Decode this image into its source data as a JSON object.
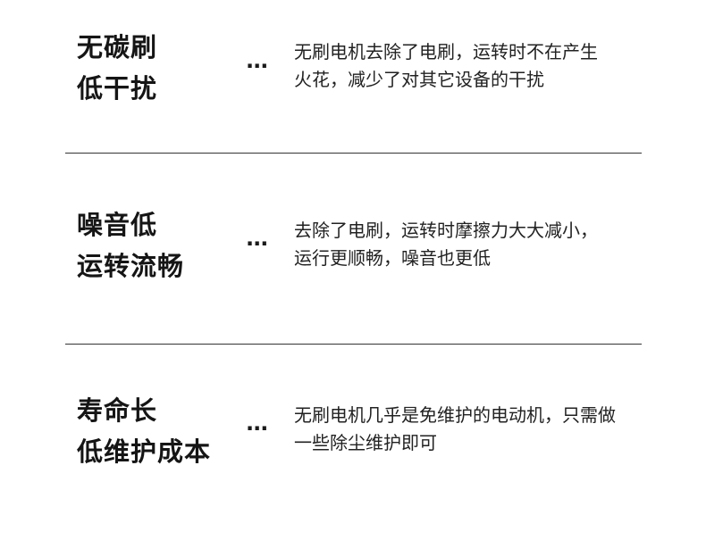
{
  "features": [
    {
      "title_line1": "无碳刷",
      "title_line2": "低干扰",
      "separator": "···",
      "desc_line1": "无刷电机去除了电刷，运转时不在产生",
      "desc_line2": "火花，减少了对其它设备的干扰"
    },
    {
      "title_line1": "噪音低",
      "title_line2": "运转流畅",
      "separator": "···",
      "desc_line1": "去除了电刷，运转时摩擦力大大减小，",
      "desc_line2": "运行更顺畅，噪音也更低"
    },
    {
      "title_line1": "寿命长",
      "title_line2": "低维护成本",
      "separator": "···",
      "desc_line1": "无刷电机几乎是免维护的电动机，只需做",
      "desc_line2": "一些除尘维护即可"
    }
  ]
}
